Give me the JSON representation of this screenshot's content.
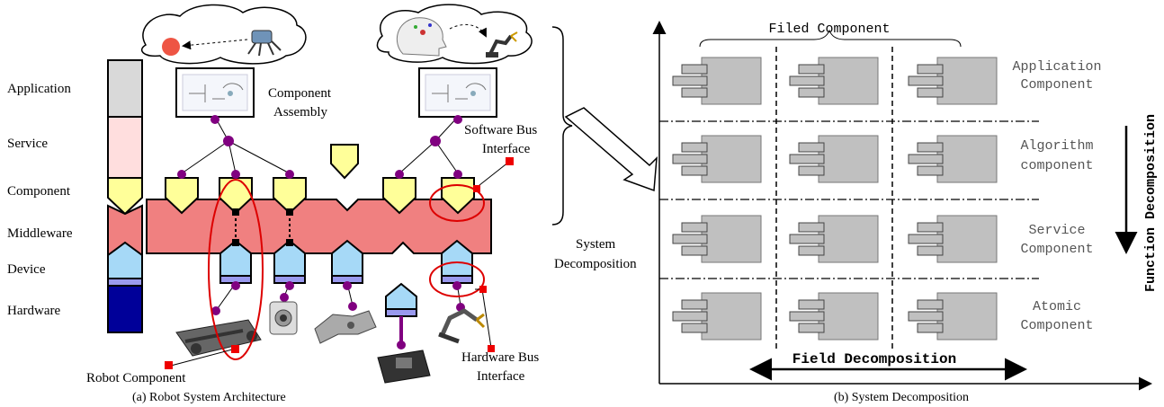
{
  "left_panel": {
    "caption": "(a) Robot System Architecture",
    "layers": [
      {
        "label": "Application",
        "color": "#d9d9d9"
      },
      {
        "label": "Service",
        "color": "#ffdede"
      },
      {
        "label": "Component",
        "color": "#ffff99"
      },
      {
        "label": "Middleware",
        "color": "#f08080"
      },
      {
        "label": "Device",
        "color": "#a6d9f7"
      },
      {
        "label": "Hardware",
        "color": "#000099"
      }
    ],
    "annotations": {
      "component_assembly_1": "Component",
      "component_assembly_2": "Assembly",
      "software_bus_1": "Software Bus",
      "software_bus_2": "Interface",
      "hardware_bus_1": "Hardware Bus",
      "hardware_bus_2": "Interface",
      "robot_component": "Robot Component",
      "system_decomp_1": "System",
      "system_decomp_2": "Decomposition"
    },
    "colors": {
      "component": "#ffff99",
      "middleware": "#f08080",
      "device": "#a6d9f7",
      "device_band": "#9999ee",
      "hardware": "#000099",
      "connector": "#800080",
      "marker": "#ee0000",
      "highlight": "#dd0000"
    }
  },
  "right_panel": {
    "caption": "(b) System Decomposition",
    "top_label": "Filed Component",
    "rows": [
      {
        "line1": "Application",
        "line2": "Component"
      },
      {
        "line1": "Algorithm",
        "line2": "component"
      },
      {
        "line1": "Service",
        "line2": "Component"
      },
      {
        "line1": "Atomic",
        "line2": "Component"
      }
    ],
    "x_axis_label": "Field Decomposition",
    "y_axis_label": "Function Decomposition",
    "colors": {
      "module": "#c0c0c0"
    }
  }
}
